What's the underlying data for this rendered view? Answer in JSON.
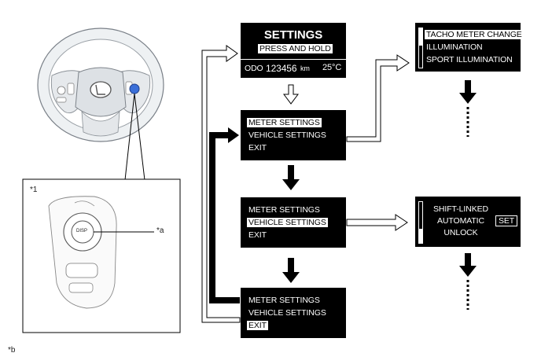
{
  "labels": {
    "star1": "*1",
    "stara": "*a",
    "starb": "*b"
  },
  "button_text": "DISP",
  "screen_settings": {
    "title": "SETTINGS",
    "subtitle": "PRESS AND HOLD",
    "odo_label": "ODO",
    "odo_value": "123456",
    "odo_unit": "km",
    "temp": "25°C"
  },
  "menu1": [
    "METER SETTINGS",
    "VEHICLE SETTINGS",
    "EXIT"
  ],
  "menu2": [
    "METER SETTINGS",
    "VEHICLE SETTINGS",
    "EXIT"
  ],
  "menu3": [
    "METER SETTINGS",
    "VEHICLE SETTINGS",
    "EXIT"
  ],
  "meter_submenu": [
    "TACHO METER CHANGE",
    "ILLUMINATION",
    "SPORT ILLUMINATION"
  ],
  "vehicle_submenu": {
    "lines": [
      "SHIFT-LINKED",
      "AUTOMATIC",
      "UNLOCK"
    ],
    "set_label": "SET"
  },
  "colors": {
    "screen_bg": "#000000",
    "button_blue": "#3b6fd8"
  }
}
